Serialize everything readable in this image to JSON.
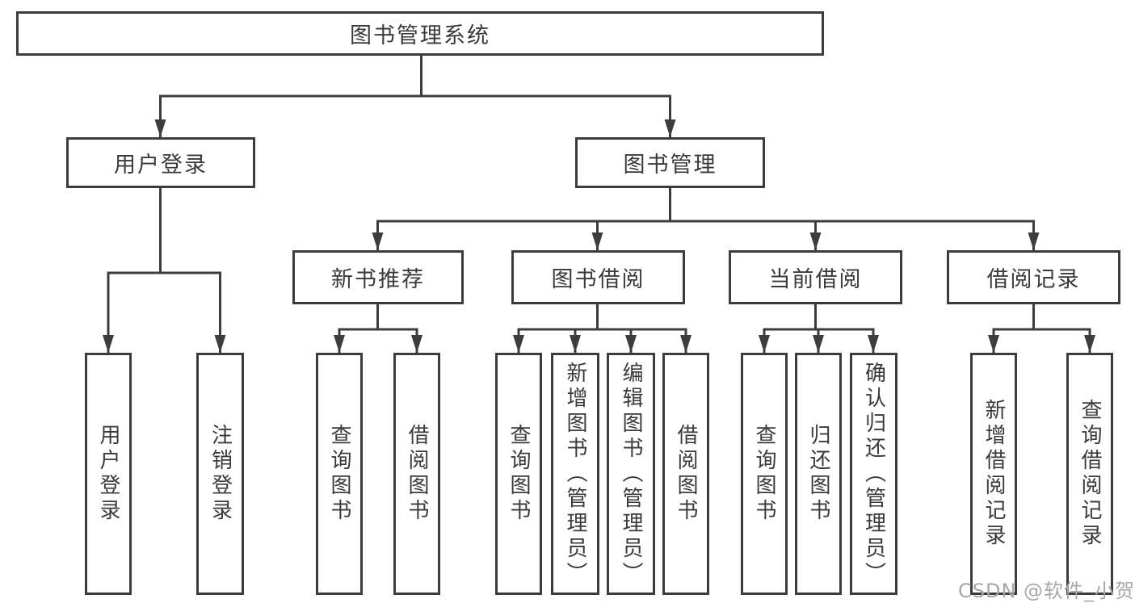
{
  "diagram_title": "图书管理系统",
  "nodes": {
    "root": "图书管理系统",
    "branches": [
      {
        "label": "用户登录",
        "children": [
          {
            "label": "用户登录"
          },
          {
            "label": "注销登录"
          }
        ]
      },
      {
        "label": "图书管理",
        "children": [
          {
            "label": "新书推荐",
            "children": [
              {
                "label": "查询图书"
              },
              {
                "label": "借阅图书"
              }
            ]
          },
          {
            "label": "图书借阅",
            "children": [
              {
                "label": "查询图书"
              },
              {
                "label": "新增图书（管理员）"
              },
              {
                "label": "编辑图书（管理员）"
              },
              {
                "label": "借阅图书"
              }
            ]
          },
          {
            "label": "当前借阅",
            "children": [
              {
                "label": "查询图书"
              },
              {
                "label": "归还图书"
              },
              {
                "label": "确认归还（管理员）"
              }
            ]
          },
          {
            "label": "借阅记录",
            "children": [
              {
                "label": "新增借阅记录"
              },
              {
                "label": "查询借阅记录"
              }
            ]
          }
        ]
      }
    ]
  },
  "watermark": "CSDN @软件_小贺同学",
  "colors": {
    "line": "#3d3d3d",
    "text": "#3a3a3a",
    "background": "#ffffff",
    "watermark": "#a8a8a8"
  }
}
